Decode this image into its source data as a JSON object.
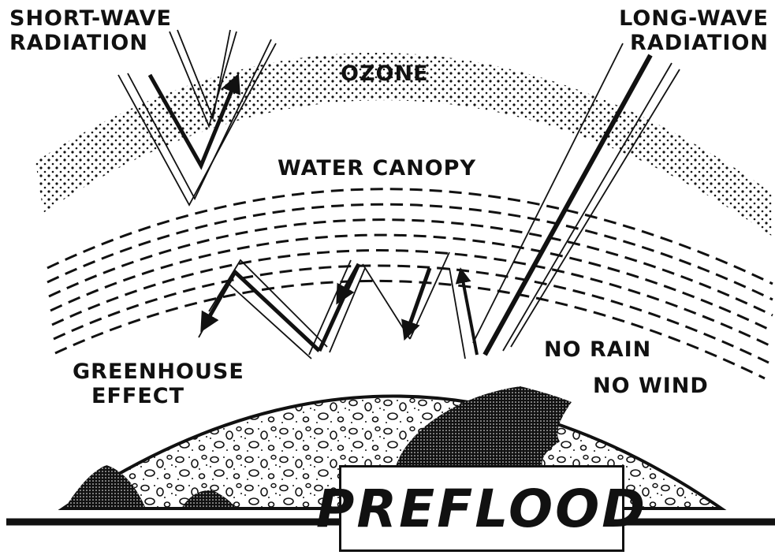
{
  "labels": {
    "short_wave_line1": "SHORT-WAVE",
    "short_wave_line2": "RADIATION",
    "long_wave_line1": "LONG-WAVE",
    "long_wave_line2": "RADIATION",
    "ozone": "OZONE",
    "water_canopy": "WATER CANOPY",
    "greenhouse_line1": "GREENHOUSE",
    "greenhouse_line2": "EFFECT",
    "no_rain": "NO RAIN",
    "no_wind": "NO WIND",
    "title": "PREFLOOD"
  },
  "colors": {
    "ink": "#111111",
    "paper": "#ffffff"
  }
}
